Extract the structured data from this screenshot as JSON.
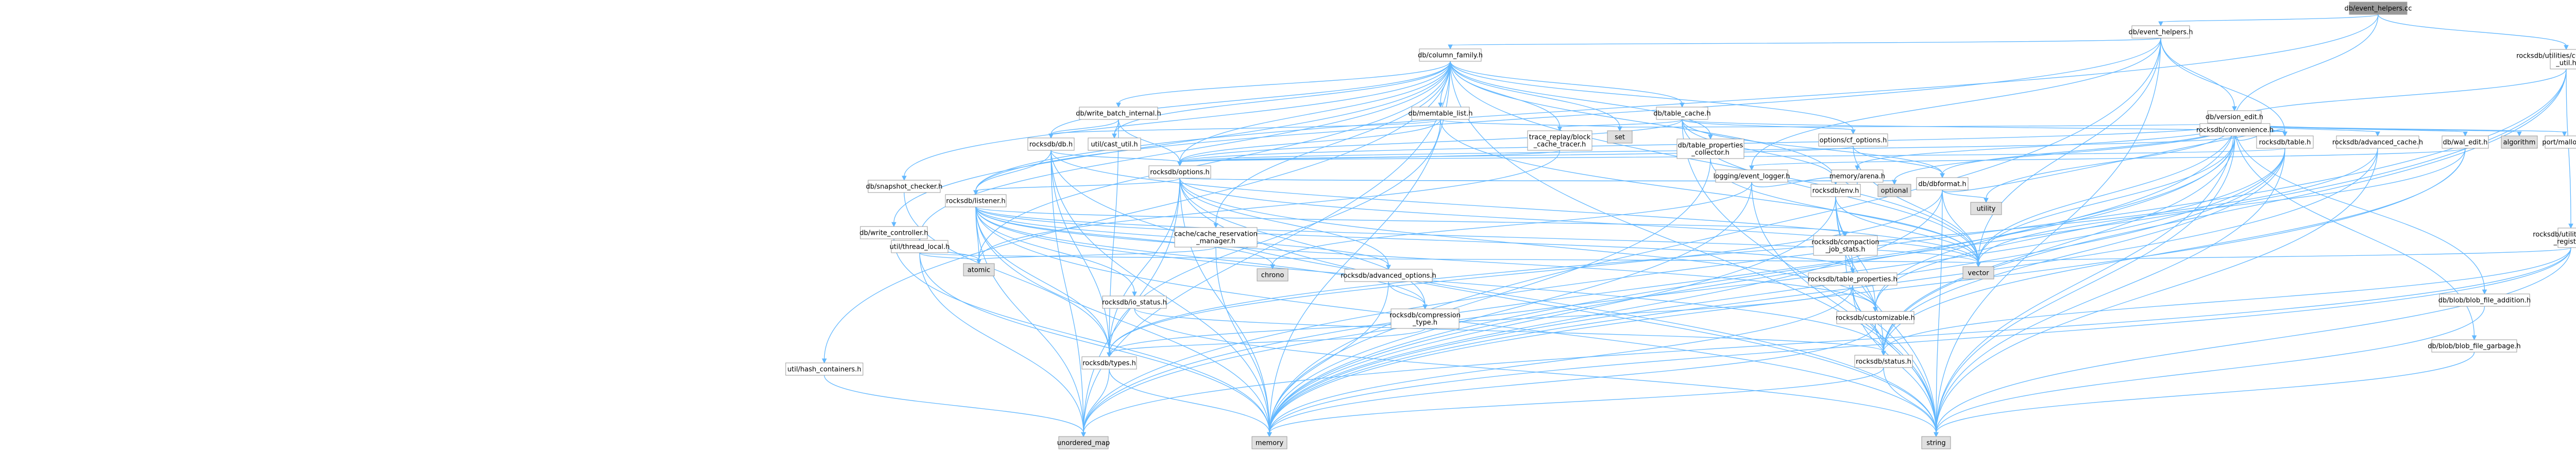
{
  "nodes": [
    {
      "id": "root",
      "label": "db/event_helpers.cc",
      "style": "focus"
    },
    {
      "id": "event_helpers_h",
      "label": "db/event_helpers.h",
      "style": "plain"
    },
    {
      "id": "column_family_h",
      "label": "db/column_family.h",
      "style": "plain"
    },
    {
      "id": "version_edit_h",
      "label": "db/version_edit.h",
      "style": "red"
    },
    {
      "id": "customizable_util_h",
      "label": "rocksdb/utilities/customizable\n_util.h",
      "style": "plain"
    },
    {
      "id": "convenience_h",
      "label": "rocksdb/convenience.h",
      "style": "plain"
    },
    {
      "id": "write_batch_internal_h",
      "label": "db/write_batch_internal.h",
      "style": "red"
    },
    {
      "id": "memtable_list_h",
      "label": "db/memtable_list.h",
      "style": "red"
    },
    {
      "id": "table_cache_h",
      "label": "db/table_cache.h",
      "style": "red"
    },
    {
      "id": "set",
      "label": "set",
      "style": "gray"
    },
    {
      "id": "cast_util_h",
      "label": "util/cast_util.h",
      "style": "red"
    },
    {
      "id": "rocksdb_db_h",
      "label": "rocksdb/db.h",
      "style": "red"
    },
    {
      "id": "trace_replay_h",
      "label": "trace_replay/block\n_cache_tracer.h",
      "style": "red"
    },
    {
      "id": "table_properties_collector_h",
      "label": "db/table_properties\n_collector.h",
      "style": "red"
    },
    {
      "id": "options_cf_h",
      "label": "options/cf_options.h",
      "style": "red"
    },
    {
      "id": "rocksdb_table_h",
      "label": "rocksdb/table.h",
      "style": "red"
    },
    {
      "id": "advanced_cache_h",
      "label": "rocksdb/advanced_cache.h",
      "style": "red"
    },
    {
      "id": "wal_edit_h",
      "label": "db/wal_edit.h",
      "style": "red"
    },
    {
      "id": "algorithm",
      "label": "algorithm",
      "style": "gray"
    },
    {
      "id": "port_malloc_h",
      "label": "port/malloc.h",
      "style": "plain"
    },
    {
      "id": "snapshot_checker_h",
      "label": "db/snapshot_checker.h",
      "style": "plain"
    },
    {
      "id": "write_controller_h",
      "label": "db/write_controller.h",
      "style": "red"
    },
    {
      "id": "thread_local_h",
      "label": "util/thread_local.h",
      "style": "red"
    },
    {
      "id": "hash_containers_h",
      "label": "util/hash_containers.h",
      "style": "red"
    },
    {
      "id": "rocksdb_options_h",
      "label": "rocksdb/options.h",
      "style": "red"
    },
    {
      "id": "logging_event_logger_h",
      "label": "logging/event_logger.h",
      "style": "red"
    },
    {
      "id": "memory_arena_h",
      "label": "memory/arena.h",
      "style": "red"
    },
    {
      "id": "dbformat_h",
      "label": "db/dbformat.h",
      "style": "red"
    },
    {
      "id": "object_registry_h",
      "label": "rocksdb/utilities/object\n_registry.h",
      "style": "red"
    },
    {
      "id": "blob_file_addition_h",
      "label": "db/blob/blob_file_addition.h",
      "style": "red"
    },
    {
      "id": "blob_file_garbage_h",
      "label": "db/blob/blob_file_garbage.h",
      "style": "red"
    },
    {
      "id": "rocksdb_listener_h",
      "label": "rocksdb/listener.h",
      "style": "plain"
    },
    {
      "id": "cache_reservation_h",
      "label": "cache/cache_reservation\n_manager.h",
      "style": "red"
    },
    {
      "id": "rocksdb_env_h",
      "label": "rocksdb/env.h",
      "style": "red"
    },
    {
      "id": "optional",
      "label": "optional",
      "style": "gray"
    },
    {
      "id": "utility",
      "label": "utility",
      "style": "gray"
    },
    {
      "id": "atomic",
      "label": "atomic",
      "style": "gray"
    },
    {
      "id": "chrono",
      "label": "chrono",
      "style": "gray"
    },
    {
      "id": "advanced_options_h",
      "label": "rocksdb/advanced_options.h",
      "style": "red"
    },
    {
      "id": "compaction_job_stats_h",
      "label": "rocksdb/compaction\n_job_stats.h",
      "style": "red"
    },
    {
      "id": "vector",
      "label": "vector",
      "style": "gray"
    },
    {
      "id": "table_properties_h",
      "label": "rocksdb/table_properties.h",
      "style": "red"
    },
    {
      "id": "io_status_h",
      "label": "rocksdb/io_status.h",
      "style": "red"
    },
    {
      "id": "compression_type_h",
      "label": "rocksdb/compression\n_type.h",
      "style": "red"
    },
    {
      "id": "customizable_h",
      "label": "rocksdb/customizable.h",
      "style": "red"
    },
    {
      "id": "rocksdb_types_h",
      "label": "rocksdb/types.h",
      "style": "red"
    },
    {
      "id": "rocksdb_status_h",
      "label": "rocksdb/status.h",
      "style": "red"
    },
    {
      "id": "unordered_map",
      "label": "unordered_map",
      "style": "gray"
    },
    {
      "id": "memory",
      "label": "memory",
      "style": "gray"
    },
    {
      "id": "string",
      "label": "string",
      "style": "gray"
    }
  ],
  "edges": [
    [
      "root",
      "event_helpers_h"
    ],
    [
      "root",
      "rocksdb_listener_h"
    ],
    [
      "root",
      "convenience_h"
    ],
    [
      "root",
      "customizable_util_h"
    ],
    [
      "event_helpers_h",
      "column_family_h"
    ],
    [
      "event_helpers_h",
      "version_edit_h"
    ],
    [
      "event_helpers_h",
      "logging_event_logger_h"
    ],
    [
      "event_helpers_h",
      "rocksdb_listener_h"
    ],
    [
      "event_helpers_h",
      "vector"
    ],
    [
      "event_helpers_h",
      "memory"
    ],
    [
      "event_helpers_h",
      "string"
    ],
    [
      "event_helpers_h",
      "rocksdb_table_h"
    ],
    [
      "column_family_h",
      "write_batch_internal_h"
    ],
    [
      "column_family_h",
      "memtable_list_h"
    ],
    [
      "column_family_h",
      "table_cache_h"
    ],
    [
      "column_family_h",
      "set"
    ],
    [
      "column_family_h",
      "cast_util_h"
    ],
    [
      "column_family_h",
      "rocksdb_db_h"
    ],
    [
      "column_family_h",
      "trace_replay_h"
    ],
    [
      "column_family_h",
      "table_properties_collector_h"
    ],
    [
      "column_family_h",
      "options_cf_h"
    ],
    [
      "column_family_h",
      "snapshot_checker_h"
    ],
    [
      "column_family_h",
      "write_controller_h"
    ],
    [
      "column_family_h",
      "thread_local_h"
    ],
    [
      "column_family_h",
      "hash_containers_h"
    ],
    [
      "column_family_h",
      "rocksdb_options_h"
    ],
    [
      "column_family_h",
      "cache_reservation_h"
    ],
    [
      "column_family_h",
      "rocksdb_env_h"
    ],
    [
      "column_family_h",
      "atomic"
    ],
    [
      "column_family_h",
      "unordered_map"
    ],
    [
      "column_family_h",
      "memory"
    ],
    [
      "column_family_h",
      "string"
    ],
    [
      "column_family_h",
      "vector"
    ],
    [
      "version_edit_h",
      "rocksdb_table_h"
    ],
    [
      "version_edit_h",
      "advanced_cache_h"
    ],
    [
      "version_edit_h",
      "wal_edit_h"
    ],
    [
      "version_edit_h",
      "algorithm"
    ],
    [
      "version_edit_h",
      "port_malloc_h"
    ],
    [
      "version_edit_h",
      "dbformat_h"
    ],
    [
      "version_edit_h",
      "memory_arena_h"
    ],
    [
      "version_edit_h",
      "blob_file_addition_h"
    ],
    [
      "version_edit_h",
      "blob_file_garbage_h"
    ],
    [
      "version_edit_h",
      "optional"
    ],
    [
      "version_edit_h",
      "utility"
    ],
    [
      "version_edit_h",
      "set"
    ],
    [
      "version_edit_h",
      "string"
    ],
    [
      "version_edit_h",
      "vector"
    ],
    [
      "version_edit_h",
      "memory"
    ],
    [
      "version_edit_h",
      "rocksdb_options_h"
    ],
    [
      "customizable_util_h",
      "convenience_h"
    ],
    [
      "customizable_util_h",
      "object_registry_h"
    ],
    [
      "customizable_util_h",
      "rocksdb_customizable_h"
    ],
    [
      "customizable_util_h",
      "rocksdb_status_h"
    ],
    [
      "customizable_util_h",
      "memory"
    ],
    [
      "customizable_util_h",
      "unordered_map"
    ],
    [
      "convenience_h",
      "rocksdb_options_h"
    ],
    [
      "convenience_h",
      "rocksdb_table_h"
    ],
    [
      "convenience_h",
      "customizable_h"
    ],
    [
      "convenience_h",
      "rocksdb_status_h"
    ],
    [
      "convenience_h",
      "vector"
    ],
    [
      "convenience_h",
      "string"
    ],
    [
      "convenience_h",
      "unordered_map"
    ],
    [
      "write_batch_internal_h",
      "rocksdb_db_h"
    ],
    [
      "write_batch_internal_h",
      "cast_util_h"
    ],
    [
      "write_batch_internal_h",
      "rocksdb_options_h"
    ],
    [
      "write_batch_internal_h",
      "rocksdb_types_h"
    ],
    [
      "memtable_list_h",
      "rocksdb_db_h"
    ],
    [
      "memtable_list_h",
      "rocksdb_options_h"
    ],
    [
      "memtable_list_h",
      "rocksdb_types_h"
    ],
    [
      "memtable_list_h",
      "vector"
    ],
    [
      "memtable_list_h",
      "set"
    ],
    [
      "table_cache_h",
      "rocksdb_table_h"
    ],
    [
      "table_cache_h",
      "dbformat_h"
    ],
    [
      "table_cache_h",
      "trace_replay_h"
    ],
    [
      "table_cache_h",
      "rocksdb_options_h"
    ],
    [
      "table_cache_h",
      "rocksdb_env_h"
    ],
    [
      "table_cache_h",
      "options_cf_h"
    ],
    [
      "table_cache_h",
      "vector"
    ],
    [
      "table_cache_h",
      "string"
    ],
    [
      "rocksdb_db_h",
      "rocksdb_listener_h"
    ],
    [
      "rocksdb_db_h",
      "rocksdb_options_h"
    ],
    [
      "rocksdb_db_h",
      "rocksdb_types_h"
    ],
    [
      "rocksdb_db_h",
      "memory"
    ],
    [
      "rocksdb_db_h",
      "string"
    ],
    [
      "rocksdb_db_h",
      "unordered_map"
    ],
    [
      "rocksdb_db_h",
      "vector"
    ],
    [
      "trace_replay_h",
      "rocksdb_options_h"
    ],
    [
      "trace_replay_h",
      "atomic"
    ],
    [
      "table_properties_collector_h",
      "rocksdb_table_properties_h"
    ],
    [
      "table_properties_collector_h",
      "vector"
    ],
    [
      "table_properties_collector_h",
      "memory"
    ],
    [
      "options_cf_h",
      "rocksdb_options_h"
    ],
    [
      "options_cf_h",
      "dbformat_h"
    ],
    [
      "options_cf_h",
      "vector"
    ],
    [
      "rocksdb_table_h",
      "rocksdb_options_h"
    ],
    [
      "rocksdb_table_h",
      "customizable_h"
    ],
    [
      "rocksdb_table_h",
      "rocksdb_status_h"
    ],
    [
      "rocksdb_table_h",
      "memory"
    ],
    [
      "rocksdb_table_h",
      "string"
    ],
    [
      "rocksdb_table_h",
      "unordered_map"
    ],
    [
      "advanced_cache_h",
      "rocksdb_types_h"
    ],
    [
      "advanced_cache_h",
      "memory"
    ],
    [
      "advanced_cache_h",
      "string"
    ],
    [
      "wal_edit_h",
      "logging_event_logger_h"
    ],
    [
      "wal_edit_h",
      "rocksdb_status_h"
    ],
    [
      "wal_edit_h",
      "memory"
    ],
    [
      "wal_edit_h",
      "vector"
    ],
    [
      "thread_local_h",
      "atomic"
    ],
    [
      "thread_local_h",
      "memory"
    ],
    [
      "thread_local_h",
      "unordered_map"
    ],
    [
      "thread_local_h",
      "vector"
    ],
    [
      "hash_containers_h",
      "unordered_map"
    ],
    [
      "write_controller_h",
      "memory"
    ],
    [
      "write_controller_h",
      "atomic"
    ],
    [
      "snapshot_checker_h",
      "rocksdb_types_h"
    ],
    [
      "rocksdb_options_h",
      "rocksdb_listener_h"
    ],
    [
      "rocksdb_options_h",
      "advanced_options_h"
    ],
    [
      "rocksdb_options_h",
      "compression_type_h"
    ],
    [
      "rocksdb_options_h",
      "rocksdb_env_h"
    ],
    [
      "rocksdb_options_h",
      "optional"
    ],
    [
      "rocksdb_options_h",
      "vector"
    ],
    [
      "rocksdb_options_h",
      "memory"
    ],
    [
      "rocksdb_options_h",
      "string"
    ],
    [
      "rocksdb_options_h",
      "unordered_map"
    ],
    [
      "rocksdb_options_h",
      "customizable_h"
    ],
    [
      "rocksdb_options_h",
      "rocksdb_types_h"
    ],
    [
      "logging_event_logger_h",
      "rocksdb_env_h"
    ],
    [
      "logging_event_logger_h",
      "memory"
    ],
    [
      "logging_event_logger_h",
      "chrono"
    ],
    [
      "logging_event_logger_h",
      "string"
    ],
    [
      "memory_arena_h",
      "rocksdb_env_h"
    ],
    [
      "dbformat_h",
      "rocksdb_types_h"
    ],
    [
      "dbformat_h",
      "rocksdb_table_h"
    ],
    [
      "dbformat_h",
      "utility"
    ],
    [
      "dbformat_h",
      "string"
    ],
    [
      "dbformat_h",
      "memory"
    ],
    [
      "dbformat_h",
      "vector"
    ],
    [
      "object_registry_h",
      "rocksdb_status_h"
    ],
    [
      "object_registry_h",
      "memory"
    ],
    [
      "object_registry_h",
      "string"
    ],
    [
      "object_registry_h",
      "unordered_map"
    ],
    [
      "object_registry_h",
      "vector"
    ],
    [
      "blob_file_addition_h",
      "string"
    ],
    [
      "blob_file_garbage_h",
      "string"
    ],
    [
      "rocksdb_listener_h",
      "advanced_options_h"
    ],
    [
      "rocksdb_listener_h",
      "compaction_job_stats_h"
    ],
    [
      "rocksdb_listener_h",
      "compression_type_h"
    ],
    [
      "rocksdb_listener_h",
      "customizable_h"
    ],
    [
      "rocksdb_listener_h",
      "io_status_h"
    ],
    [
      "rocksdb_listener_h",
      "rocksdb_status_h"
    ],
    [
      "rocksdb_listener_h",
      "table_properties_h"
    ],
    [
      "rocksdb_listener_h",
      "rocksdb_types_h"
    ],
    [
      "rocksdb_listener_h",
      "chrono"
    ],
    [
      "rocksdb_listener_h",
      "memory"
    ],
    [
      "rocksdb_listener_h",
      "string"
    ],
    [
      "rocksdb_listener_h",
      "unordered_map"
    ],
    [
      "rocksdb_listener_h",
      "vector"
    ],
    [
      "rocksdb_listener_h",
      "atomic"
    ],
    [
      "cache_reservation_h",
      "memory"
    ],
    [
      "cache_reservation_h",
      "atomic"
    ],
    [
      "rocksdb_env_h",
      "rocksdb_status_h"
    ],
    [
      "rocksdb_env_h",
      "customizable_h"
    ],
    [
      "rocksdb_env_h",
      "table_properties_h"
    ],
    [
      "rocksdb_env_h",
      "string"
    ],
    [
      "rocksdb_env_h",
      "vector"
    ],
    [
      "rocksdb_env_h",
      "memory"
    ],
    [
      "advanced_options_h",
      "compression_type_h"
    ],
    [
      "advanced_options_h",
      "memory"
    ],
    [
      "compaction_job_stats_h",
      "string"
    ],
    [
      "table_properties_h",
      "rocksdb_status_h"
    ],
    [
      "table_properties_h",
      "customizable_h"
    ],
    [
      "table_properties_h",
      "string"
    ],
    [
      "table_properties_h",
      "memory"
    ],
    [
      "table_properties_h",
      "rocksdb_types_h"
    ],
    [
      "io_status_h",
      "rocksdb_status_h"
    ],
    [
      "io_status_h",
      "string"
    ],
    [
      "compression_type_h",
      "rocksdb_types_h"
    ],
    [
      "customizable_h",
      "rocksdb_status_h"
    ],
    [
      "customizable_h",
      "memory"
    ],
    [
      "rocksdb_types_h",
      "memory"
    ],
    [
      "rocksdb_types_h",
      "unordered_map"
    ],
    [
      "rocksdb_status_h",
      "memory"
    ],
    [
      "rocksdb_status_h",
      "string"
    ]
  ],
  "colors": {
    "edge": "#63b8ff",
    "red_border": "#ff0000",
    "gray_border": "#999999",
    "focus_fill": "#999999",
    "gray_fill": "#e0e0e0",
    "plain_fill": "#ffffff"
  }
}
